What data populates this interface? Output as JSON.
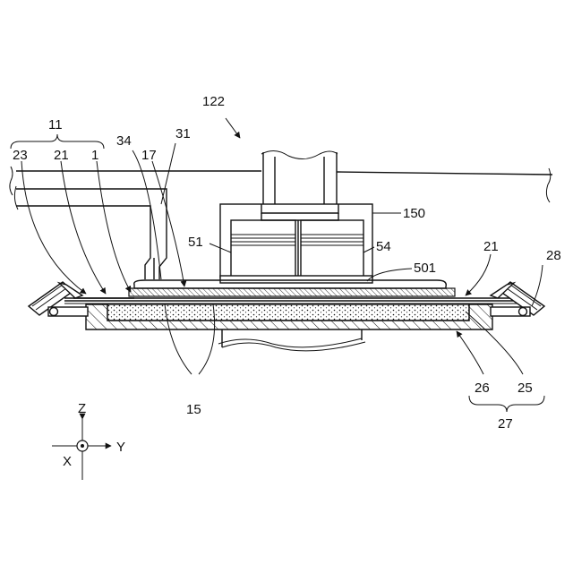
{
  "colors": {
    "ink": "#111111",
    "background": "#ffffff"
  },
  "labels": {
    "l122": "122",
    "l11": "11",
    "l34": "34",
    "l31": "31",
    "l23": "23",
    "l21a": "21",
    "l1": "1",
    "l17": "17",
    "l150": "150",
    "l51": "51",
    "l54": "54",
    "l501": "501",
    "l21b": "21",
    "l28": "28",
    "l15": "15",
    "l26": "26",
    "l25": "25",
    "l27": "27"
  },
  "axes": {
    "z": "Z",
    "y": "Y",
    "x": "X"
  }
}
